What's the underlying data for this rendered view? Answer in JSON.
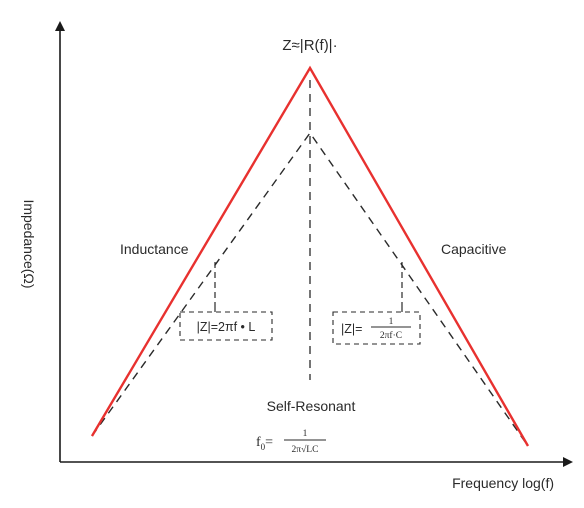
{
  "peak_label": {
    "prefix": "Z≈",
    "expr": "|R(f)|",
    "suffix": "·"
  },
  "y_axis_label": "Impedance(Ω)",
  "x_axis_label": "Frequency log(f)",
  "left_region_label": "Inductance",
  "right_region_label": "Capacitive",
  "inductive_formula": "|Z|=2πf • L",
  "capacitive_formula": {
    "prefix": "|Z|=",
    "numerator": "1",
    "denominator": "2πf·C"
  },
  "center_label": "Self-Resonant",
  "resonant_formula": {
    "lhs": "f",
    "sub": "0",
    "eq": "=",
    "numerator": "1",
    "denominator": "2π√LC"
  },
  "colors": {
    "curve": "#e8312f",
    "axes": "#1a1a1a",
    "dashed": "#2a2a2a",
    "text": "#2a2a2a"
  }
}
